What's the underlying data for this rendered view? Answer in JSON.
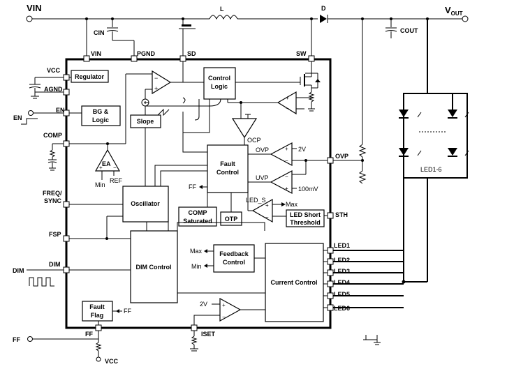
{
  "external": {
    "vin": "VIN",
    "inductor": "L",
    "diode": "D",
    "vout_main": "V",
    "vout_sub": "OUT",
    "cin": "CIN",
    "cout": "COUT",
    "led_array": "LED1-6",
    "en": "EN",
    "dim": "DIM",
    "ff": "FF",
    "vcc": "VCC"
  },
  "pins": {
    "vin": "VIN",
    "pgnd": "PGND",
    "sd": "SD",
    "sw": "SW",
    "vcc": "VCC",
    "agnd": "AGND",
    "en": "EN",
    "comp": "COMP",
    "freq_line1": "FREQ/",
    "freq_line2": "SYNC",
    "fsp": "FSP",
    "dim": "DIM",
    "ff": "FF",
    "iset": "ISET",
    "ovp": "OVP",
    "sth": "STH",
    "led1": "LED1",
    "led2": "LED2",
    "led3": "LED3",
    "led4": "LED4",
    "led5": "LED5",
    "led6": "LED6"
  },
  "blocks": {
    "regulator": "Regulator",
    "bg_line1": "BG &",
    "bg_line2": "Logic",
    "slope": "Slope",
    "control_line1": "Control",
    "control_line2": "Logic",
    "fault_line1": "Fault",
    "fault_line2": "Control",
    "oscillator": "Oscillator",
    "comp_sat_line1": "COMP",
    "comp_sat_line2": "Saturated",
    "otp": "OTP",
    "led_short_line1": "LED Short",
    "led_short_line2": "Threshold",
    "feedback_line1": "Feedback",
    "feedback_line2": "Control",
    "dim_control": "DIM Control",
    "current_control": "Current Control",
    "fault_flag_line1": "Fault",
    "fault_flag_line2": "Flag"
  },
  "labels": {
    "ea": "EA",
    "min": "Min",
    "ref": "REF",
    "ocp": "OCP",
    "ovp": "OVP",
    "uvp": "UVP",
    "v2": "2V",
    "mv100": "100mV",
    "ff_out": "FF",
    "led_s": "LED_S",
    "max": "Max",
    "fb_max": "Max",
    "fb_min": "Min",
    "ff_in": "FF",
    "v2_iset": "2V"
  }
}
